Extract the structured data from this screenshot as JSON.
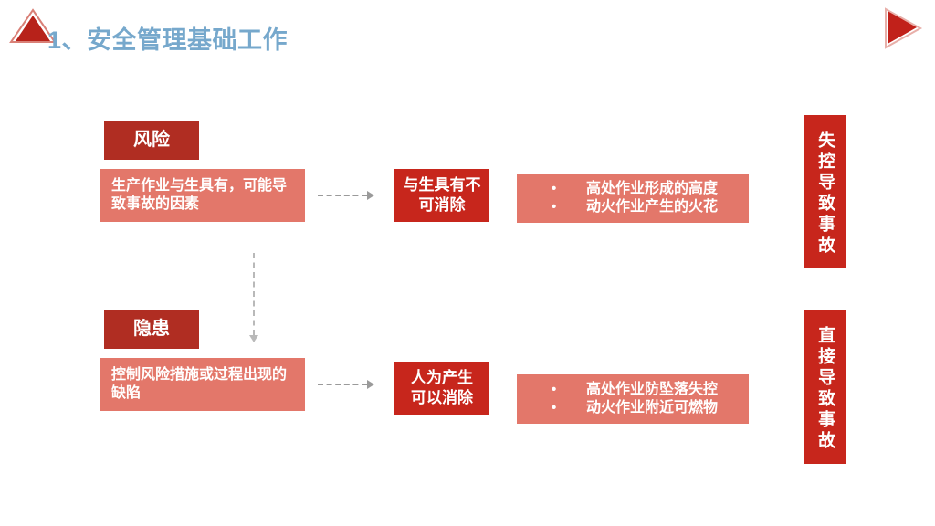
{
  "header": {
    "title": "1、安全管理基础工作",
    "title_color": "#76A8CC",
    "marker_icon": "triangle-up-icon",
    "corner_icon": "triangle-right-icon"
  },
  "theme": {
    "dark_red": "#B02D22",
    "bright_red": "#C7261C",
    "salmon": "#E3776A",
    "arrow_gray": "#9a9a9a"
  },
  "rows": [
    {
      "label": "风险",
      "description": "生产作业与生具有，可能导致事故的因素",
      "nature": "与生具有不\n可消除",
      "nature_line1": "与生具有不",
      "nature_line2": "可消除",
      "bullets": [
        "高处作业形成的高度",
        "动火作业产生的火花"
      ],
      "bullet_marker": "•",
      "outcome": "失控导致事故"
    },
    {
      "label": "隐患",
      "description": "控制风险措施或过程出现的缺陷",
      "nature": "人为产生\n可以消除",
      "nature_line1": "人为产生",
      "nature_line2": "可以消除",
      "bullets": [
        "高处作业防坠落失控",
        "动火作业附近可燃物"
      ],
      "bullet_marker": "•",
      "outcome": "直接导致事故"
    }
  ],
  "connectors": {
    "risk_to_nature": "dashed-arrow-right",
    "hazard_to_nature": "dashed-arrow-right",
    "risk_to_hazard": "dashed-arrow-down"
  }
}
